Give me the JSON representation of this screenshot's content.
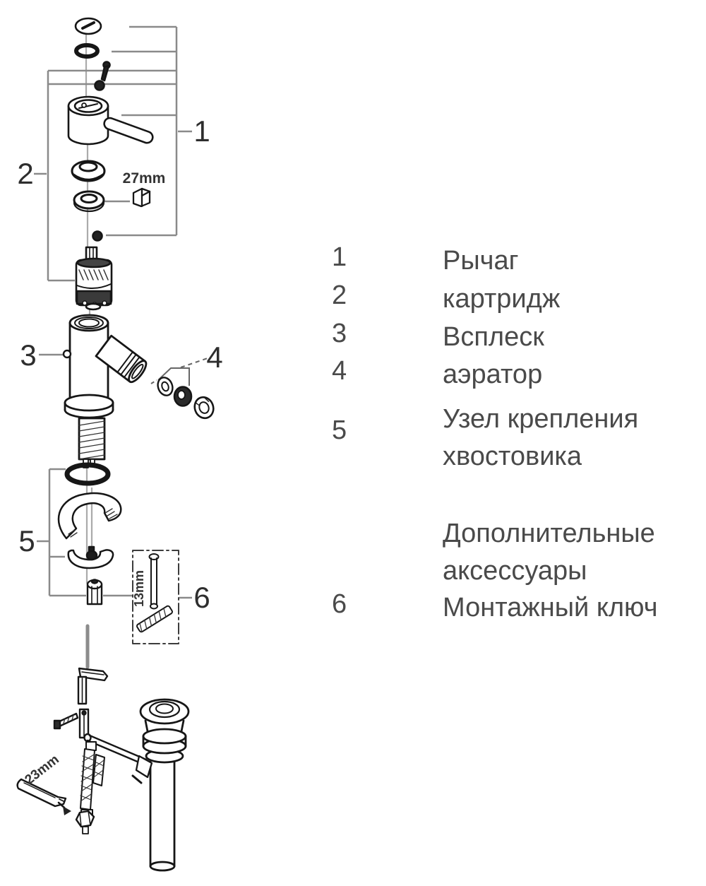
{
  "colors": {
    "background": "#ffffff",
    "line_art": "#161616",
    "callout_lines": "#8a8a8a",
    "text": "#4a4a4a"
  },
  "diagram": {
    "callouts": [
      {
        "label": "1",
        "part": "lever-assembly"
      },
      {
        "label": "2",
        "part": "cartridge-assembly"
      },
      {
        "label": "3",
        "part": "splash-point"
      },
      {
        "label": "4",
        "part": "aerator"
      },
      {
        "label": "5",
        "part": "shank-mounting-kit"
      },
      {
        "label": "6",
        "part": "mounting-key"
      }
    ],
    "dimensions": {
      "nut": "27mm",
      "key": "13mm",
      "wrench": "23mm"
    }
  },
  "legend": {
    "items": [
      {
        "num": "1",
        "label": "Рычаг"
      },
      {
        "num": "2",
        "label": "картридж"
      },
      {
        "num": "3",
        "label": "Всплеск"
      },
      {
        "num": "4",
        "label": "аэратор"
      },
      {
        "num": "5",
        "label": "Узел крепления хвостовика"
      },
      {
        "num": "6",
        "label": "Монтажный ключ"
      }
    ],
    "accessories_heading": "Дополнительные аксессуары"
  }
}
